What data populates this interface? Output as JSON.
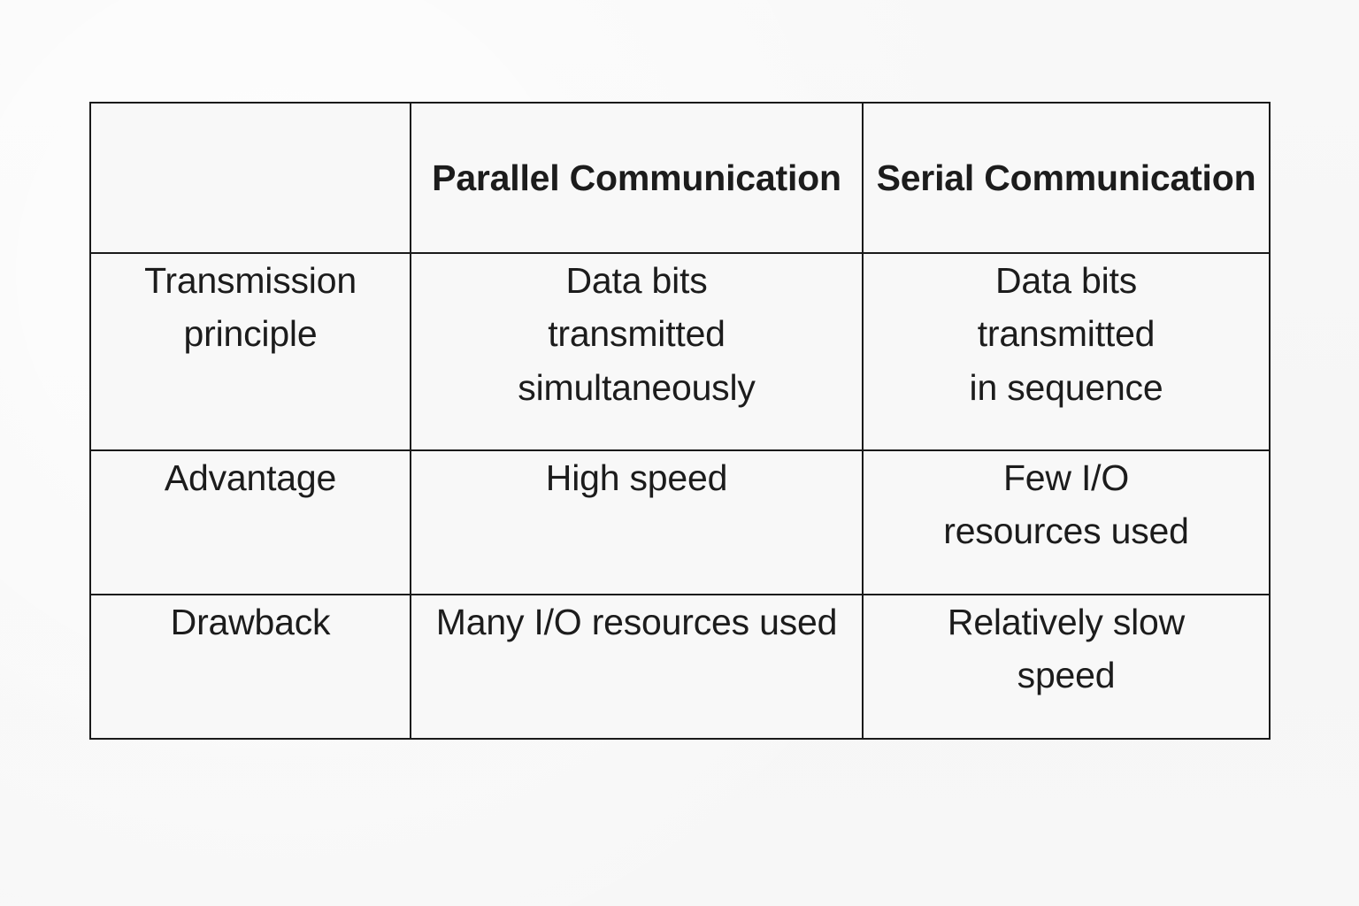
{
  "table": {
    "columns": [
      {
        "key": "label",
        "header": ""
      },
      {
        "key": "parallel",
        "header": "Parallel\nCommunication"
      },
      {
        "key": "serial",
        "header": "Serial\nCommunication"
      }
    ],
    "rows": [
      {
        "label": "Transmission\nprinciple",
        "parallel": "Data bits\ntransmitted\nsimultaneously",
        "serial": "Data bits\ntransmitted\nin sequence"
      },
      {
        "label": "Advantage",
        "parallel": "High speed",
        "serial": "Few I/O\nresources used"
      },
      {
        "label": "Drawback",
        "parallel": "Many I/O resources used",
        "serial": "Relatively slow\nspeed"
      }
    ]
  },
  "style": {
    "background_color": "#f7f7f7",
    "cell_background_color": "#f8f8f8",
    "border_color": "#1a1a1a",
    "text_color": "#1c1c1c"
  }
}
